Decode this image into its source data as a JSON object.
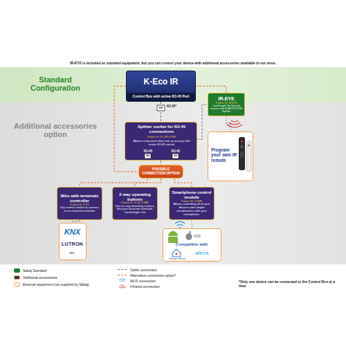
{
  "diagram": {
    "title": "IR-EYE is included as standard equipment, but you can control your device with additional accessories available in our store.",
    "nodes": [
      {
        "text": [
          "Standard Configuration"
        ]
      },
      {
        "text": [
          "Additional accessories option"
        ]
      },
      {
        "text": [
          "K-Eco IR",
          "Control Box with active RJ-45 Port"
        ],
        "in": 0
      },
      {
        "text": [
          "IR-EYE",
          "Product ID: IR-EYE",
          "Cord length: 5m Infrared receiver with IR-AUTOCODE System"
        ]
      },
      {
        "text": [
          "Program your own IR remote"
        ],
        "in": 1
      },
      {
        "text": [
          "Splitter socket for RJ-45 connections",
          "Product ID: RJ-SPLITTER",
          "Allows using more than one accessory with active RJ-45 socket",
          "RJ-45",
          "RJ-45"
        ],
        "in": 1
      },
      {
        "text": [
          "POSSIBLE CONNECTION OPTION"
        ],
        "in": 1
      },
      {
        "text": [
          "Wire with terminals controller",
          "Product ID: K-PC",
          "Dry contact switch to connect to an external controller"
        ],
        "in": 1
      },
      {
        "text": [
          "2 way operating buttons",
          "Product ID: K-ON-2-WAY",
          "Use on any mounting surface, like your favourite armchair. Cord length: 5m"
        ],
        "in": 1
      },
      {
        "text": [
          "Smartphone control module",
          "Product ID: K-WIFI",
          "Allows controlling all of your devices with simple visualisations with your smartphone."
        ],
        "in": 1
      },
      {
        "text": [
          "KNX",
          "LUTRON",
          "etc."
        ],
        "in": 1
      },
      {
        "text": [
          "iOS",
          "Compatible with",
          "Google Home",
          "alexa"
        ],
        "in": 1
      }
    ],
    "edges": [
      {
        "from": 2,
        "to": 5,
        "arrow": "none"
      },
      {
        "from": 2,
        "to": 3,
        "arrow": "none"
      },
      {
        "from": 3,
        "to": 4,
        "arrow": "none"
      },
      {
        "from": 5,
        "to": 6,
        "arrow": "none"
      },
      {
        "from": 2,
        "to": 6,
        "arrow": "none"
      },
      {
        "from": 6,
        "to": 7,
        "arrow": "none"
      },
      {
        "from": 6,
        "to": 8,
        "arrow": "none"
      },
      {
        "from": 6,
        "to": 9,
        "arrow": "none"
      },
      {
        "from": 7,
        "to": 10,
        "arrow": "none"
      },
      {
        "from": 9,
        "to": 11,
        "arrow": "none"
      },
      {
        "from": 5,
        "to": 3,
        "arrow": "none"
      }
    ],
    "labels": [
      "RJ-45*",
      "*Only one device can be connected to the Control Box at a time"
    ],
    "legend": [
      {
        "text": "Sabaj Standard",
        "color": "#1f7a2e"
      },
      {
        "text": "Additional accessories",
        "color": "#3a2874"
      },
      {
        "text": "External equipment (not supplied by Sabaj)",
        "color": "#ffffff"
      },
      {
        "text": "Cable connection"
      },
      {
        "text": "Alternative connection option*"
      },
      {
        "text": "Wi-Fi connection"
      },
      {
        "text": "Infrared connection"
      }
    ]
  }
}
